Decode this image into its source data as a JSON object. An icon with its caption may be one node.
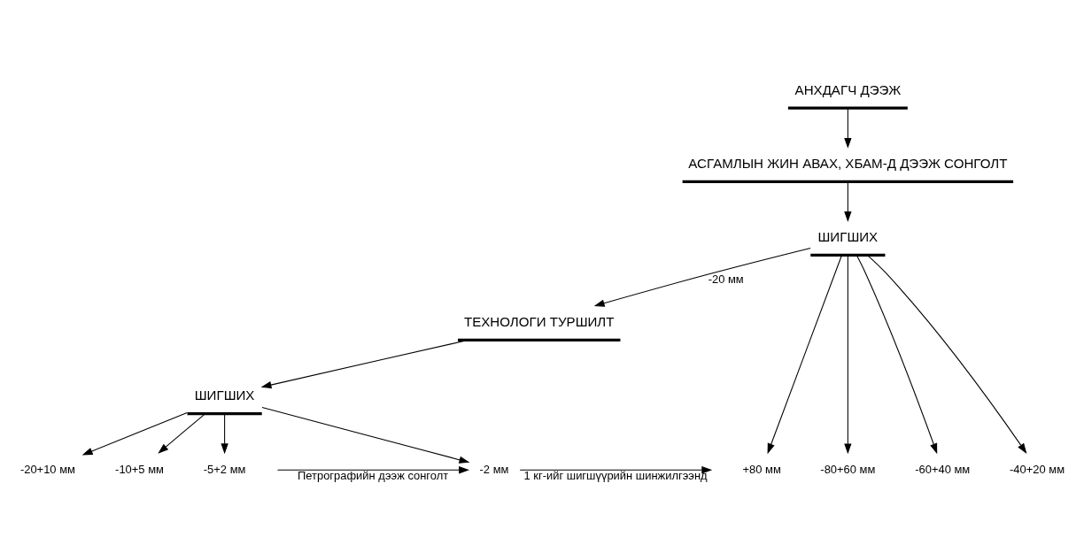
{
  "diagram": {
    "nodes": [
      {
        "text": [
          "АНХДАГЧ ДЭЭЖ"
        ]
      },
      {
        "text": [
          "АСГАМЛЫН ЖИН АВАХ, ХБАМ-Д ДЭЭЖ СОНГОЛТ"
        ]
      },
      {
        "text": [
          "ШИГШИХ"
        ]
      },
      {
        "text": [
          "ТЕХНОЛОГИ ТУРШИЛТ"
        ]
      },
      {
        "text": [
          "ШИГШИХ"
        ]
      },
      {
        "text": [
          "+80 мм"
        ]
      },
      {
        "text": [
          "-80+60 мм"
        ]
      },
      {
        "text": [
          "-60+40 мм"
        ]
      },
      {
        "text": [
          "-40+20 мм"
        ]
      },
      {
        "text": [
          "-20+10 мм"
        ]
      },
      {
        "text": [
          "-10+5 мм"
        ]
      },
      {
        "text": [
          "-5+2 мм"
        ]
      },
      {
        "text": [
          "-2 мм"
        ]
      }
    ],
    "edges": [
      {
        "from": 0,
        "to": 1,
        "arrow": "to"
      },
      {
        "from": 1,
        "to": 2,
        "arrow": "to"
      },
      {
        "from": 2,
        "to": 5,
        "arrow": "to"
      },
      {
        "from": 2,
        "to": 6,
        "arrow": "to"
      },
      {
        "from": 2,
        "to": 7,
        "arrow": "to"
      },
      {
        "from": 2,
        "to": 8,
        "arrow": "to"
      },
      {
        "from": 2,
        "to": 3,
        "label": "-20 мм",
        "arrow": "to"
      },
      {
        "from": 3,
        "to": 4,
        "arrow": "to"
      },
      {
        "from": 4,
        "to": 9,
        "arrow": "to"
      },
      {
        "from": 4,
        "to": 10,
        "arrow": "to"
      },
      {
        "from": 4,
        "to": 11,
        "arrow": "to"
      },
      {
        "from": 4,
        "to": 12,
        "arrow": "to"
      },
      {
        "from": 12,
        "to": null,
        "label": "1 кг-ийг шигшүүрийн шинжилгээнд",
        "arrow": "to"
      },
      {
        "from": null,
        "to": 12,
        "label": "Петрографийн дээж сонголт",
        "arrow": "to"
      }
    ]
  }
}
